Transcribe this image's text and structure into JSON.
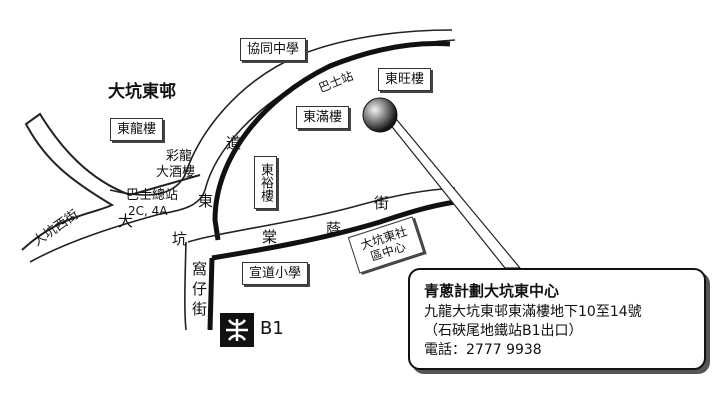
{
  "district": "大坑東邨",
  "buildings": {
    "hip_tung": "協同中學",
    "tung_wong": "東旺樓",
    "tung_mun": "東滿樓",
    "tung_lung": "東龍樓",
    "tung_yue": "東裕樓",
    "choi_lung": "彩龍",
    "restaurant": "大酒樓",
    "bus_terminus": "巴士總站",
    "bus_routes": "2C, 4A",
    "bus_stop": "巴士站",
    "school": "宣道小學",
    "community_centre": "大坑東社區中心"
  },
  "streets": {
    "tai_hang_sai": "大坑西街",
    "tai_hang_tung_1": "東",
    "tai_hang_tung_2": "道",
    "tai_hang_ch1": "大",
    "tai_hang_ch2": "坑",
    "tong_1": "棠",
    "tong_2": "蔭",
    "tong_3": "街",
    "wo_1": "窩",
    "wo_2": "仔",
    "wo_3": "街"
  },
  "mtr_exit": "B1",
  "info": {
    "title": "青蔥計劃大坑東中心",
    "address": "九龍大坑東邨東滿樓地下10至14號",
    "station": "（石硤尾地鐵站B1出口）",
    "phone": "電話：2777 9938"
  }
}
